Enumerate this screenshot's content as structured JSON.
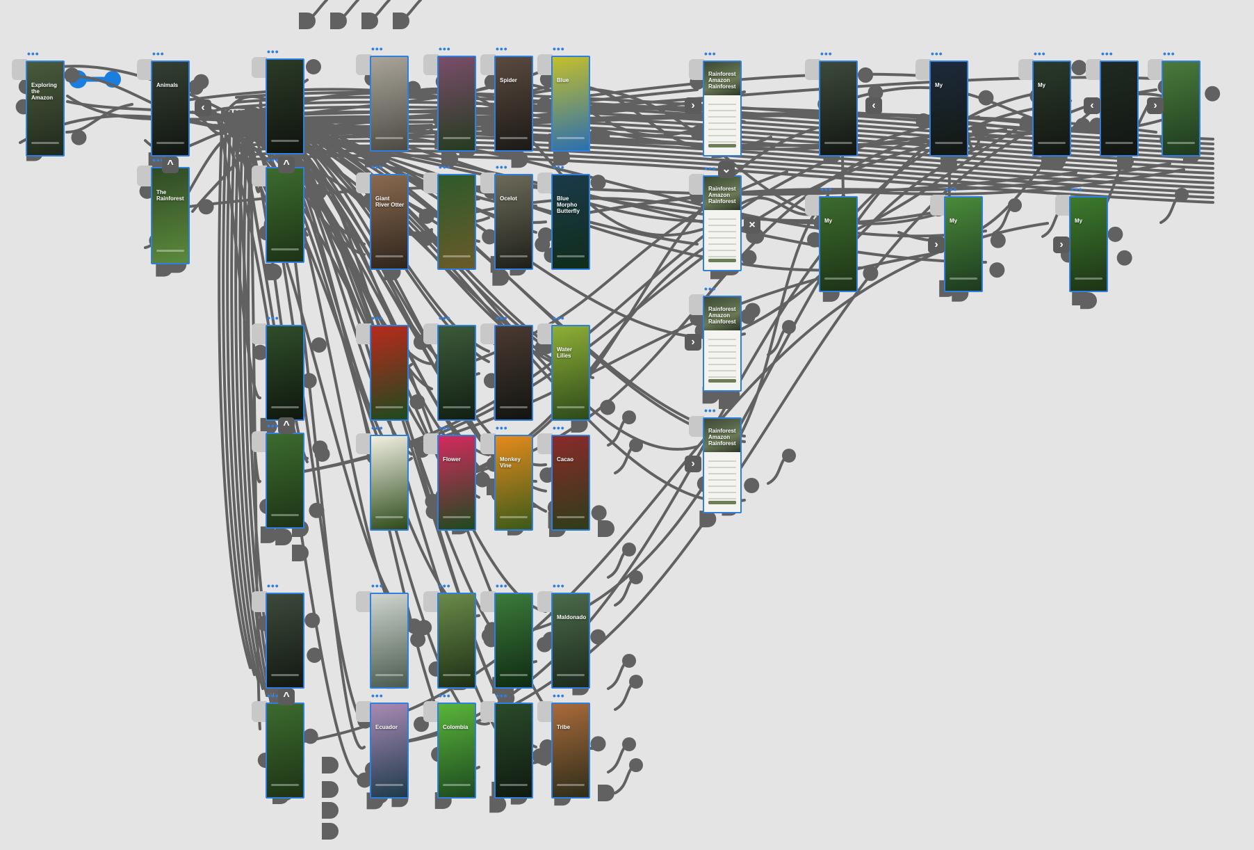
{
  "canvas": {
    "background": "#e4e4e4",
    "wire_color": "#616161",
    "artboard_border": "#2f7fe0",
    "selected_connector_color": "#1a7de0"
  },
  "artboards": [
    {
      "id": "home",
      "label": "Exploring the Amazon",
      "theme": "dark",
      "colors": [
        "#4a5a3c",
        "#1f2a1c"
      ]
    },
    {
      "id": "animals-menu",
      "label": "Animals",
      "theme": "dark",
      "colors": [
        "#343f33",
        "#111611"
      ]
    },
    {
      "id": "side-menu",
      "label": "The Rainforest",
      "theme": "dark",
      "colors": [
        "#2f4a25",
        "#5b8a3c"
      ]
    },
    {
      "id": "animals-list",
      "label": "",
      "theme": "dark",
      "colors": [
        "#2b3a27",
        "#0f140e"
      ]
    },
    {
      "id": "animals-list-2",
      "label": "",
      "theme": "dark",
      "colors": [
        "#3c6b2d",
        "#1d3316"
      ]
    },
    {
      "id": "animal-1",
      "label": "",
      "theme": "dark",
      "colors": [
        "#a9a59a",
        "#4d4a43"
      ]
    },
    {
      "id": "animal-2",
      "label": "",
      "theme": "dark",
      "colors": [
        "#7a4d6b",
        "#243b1f"
      ]
    },
    {
      "id": "animal-3",
      "label": "Spider",
      "theme": "dark",
      "colors": [
        "#5a4a3f",
        "#1c1916"
      ]
    },
    {
      "id": "animal-4",
      "label": "Blue",
      "theme": "dark",
      "colors": [
        "#c4bf2a",
        "#2a6fb0"
      ]
    },
    {
      "id": "animal-5",
      "label": "Giant River Otter",
      "theme": "dark",
      "colors": [
        "#8a6a50",
        "#2d241c"
      ]
    },
    {
      "id": "animal-6",
      "label": "",
      "theme": "dark",
      "colors": [
        "#2e5a2b",
        "#6a5a2a"
      ]
    },
    {
      "id": "animal-7",
      "label": "Ocelot",
      "theme": "dark",
      "colors": [
        "#6b6a5a",
        "#1e1f18"
      ]
    },
    {
      "id": "animal-8",
      "label": "Blue Morpho Butterfly",
      "theme": "dark",
      "colors": [
        "#1b3a4a",
        "#0f2d1a"
      ]
    },
    {
      "id": "info-1",
      "label": "Rainforest Amazon Rainforest",
      "theme": "light",
      "colors": [
        "#f3f4f0"
      ]
    },
    {
      "id": "info-2",
      "label": "Rainforest Amazon Rainforest",
      "theme": "light",
      "colors": [
        "#f3f4f0"
      ]
    },
    {
      "id": "info-3",
      "label": "Rainforest Amazon Rainforest",
      "theme": "light",
      "colors": [
        "#f3f4f0"
      ]
    },
    {
      "id": "info-4",
      "label": "Rainforest Amazon Rainforest",
      "theme": "light",
      "colors": [
        "#f3f4f0"
      ]
    },
    {
      "id": "plants-list",
      "label": "",
      "theme": "dark",
      "colors": [
        "#2f4d2a",
        "#0f170d"
      ]
    },
    {
      "id": "plants-list-2",
      "label": "",
      "theme": "dark",
      "colors": [
        "#3c6b2d",
        "#1d3316"
      ]
    },
    {
      "id": "plant-1",
      "label": "",
      "theme": "dark",
      "colors": [
        "#b82a1c",
        "#1d4a1f"
      ]
    },
    {
      "id": "plant-2",
      "label": "",
      "theme": "dark",
      "colors": [
        "#3c5a3a",
        "#121f12"
      ]
    },
    {
      "id": "plant-3",
      "label": "",
      "theme": "dark",
      "colors": [
        "#4a3a32",
        "#121410"
      ]
    },
    {
      "id": "plant-4",
      "label": "Water Lilies",
      "theme": "dark",
      "colors": [
        "#8fae36",
        "#2c4a1a"
      ]
    },
    {
      "id": "plant-5",
      "label": "",
      "theme": "dark",
      "colors": [
        "#f1f0e3",
        "#2c4a1a"
      ]
    },
    {
      "id": "plant-6",
      "label": "Flower",
      "theme": "dark",
      "colors": [
        "#d42a5e",
        "#1d4a1f"
      ]
    },
    {
      "id": "plant-7",
      "label": "Monkey Vine",
      "theme": "dark",
      "colors": [
        "#e58a1c",
        "#3a5a1a"
      ]
    },
    {
      "id": "plant-8",
      "label": "Cacao",
      "theme": "dark",
      "colors": [
        "#8a2a2a",
        "#2d3d1a"
      ]
    },
    {
      "id": "places-list",
      "label": "",
      "theme": "dark",
      "colors": [
        "#3c4a3a",
        "#121812"
      ]
    },
    {
      "id": "places-list-2",
      "label": "",
      "theme": "dark",
      "colors": [
        "#3c6b2d",
        "#1d3316"
      ]
    },
    {
      "id": "place-1",
      "label": "",
      "theme": "dark",
      "colors": [
        "#cfd6d0",
        "#4a5a4d"
      ]
    },
    {
      "id": "place-2",
      "label": "",
      "theme": "dark",
      "colors": [
        "#6b8a4a",
        "#1d2f14"
      ]
    },
    {
      "id": "place-3",
      "label": "",
      "theme": "dark",
      "colors": [
        "#3c7a3a",
        "#0f2a12"
      ]
    },
    {
      "id": "place-4",
      "label": "Maldonado",
      "theme": "dark",
      "colors": [
        "#4a6a4a",
        "#1d2a1d"
      ]
    },
    {
      "id": "place-5",
      "label": "Ecuador",
      "theme": "dark",
      "colors": [
        "#a98ab4",
        "#1d3a4a"
      ]
    },
    {
      "id": "place-6",
      "label": "Colombia",
      "theme": "dark",
      "colors": [
        "#5ab43a",
        "#1d4a1f"
      ]
    },
    {
      "id": "place-7",
      "label": "",
      "theme": "dark",
      "colors": [
        "#2a4a2a",
        "#0f1a10"
      ]
    },
    {
      "id": "place-8",
      "label": "Tribe",
      "theme": "dark",
      "colors": [
        "#a96a3a",
        "#2d2d1a"
      ]
    },
    {
      "id": "journal-1",
      "label": "",
      "theme": "dark",
      "colors": [
        "#3c4a3a",
        "#121612"
      ]
    },
    {
      "id": "journal-2",
      "label": "My",
      "theme": "dark",
      "colors": [
        "#1d2a3a",
        "#121812"
      ]
    },
    {
      "id": "journal-3",
      "label": "My",
      "theme": "dark",
      "colors": [
        "#2a3a2a",
        "#121612"
      ]
    },
    {
      "id": "journal-4",
      "label": "",
      "theme": "dark",
      "colors": [
        "#1f2a22",
        "#121612"
      ]
    },
    {
      "id": "journal-5",
      "label": "",
      "theme": "dark",
      "colors": [
        "#4a7a3a",
        "#1d3a1f"
      ]
    },
    {
      "id": "journal-6",
      "label": "My",
      "theme": "dark",
      "colors": [
        "#3c6b2d",
        "#1d3316"
      ]
    },
    {
      "id": "journal-7",
      "label": "My",
      "theme": "dark",
      "colors": [
        "#4a8a3a",
        "#1d3a1f"
      ]
    },
    {
      "id": "journal-8",
      "label": "My",
      "theme": "dark",
      "colors": [
        "#3c7a2d",
        "#1d3316"
      ]
    }
  ]
}
